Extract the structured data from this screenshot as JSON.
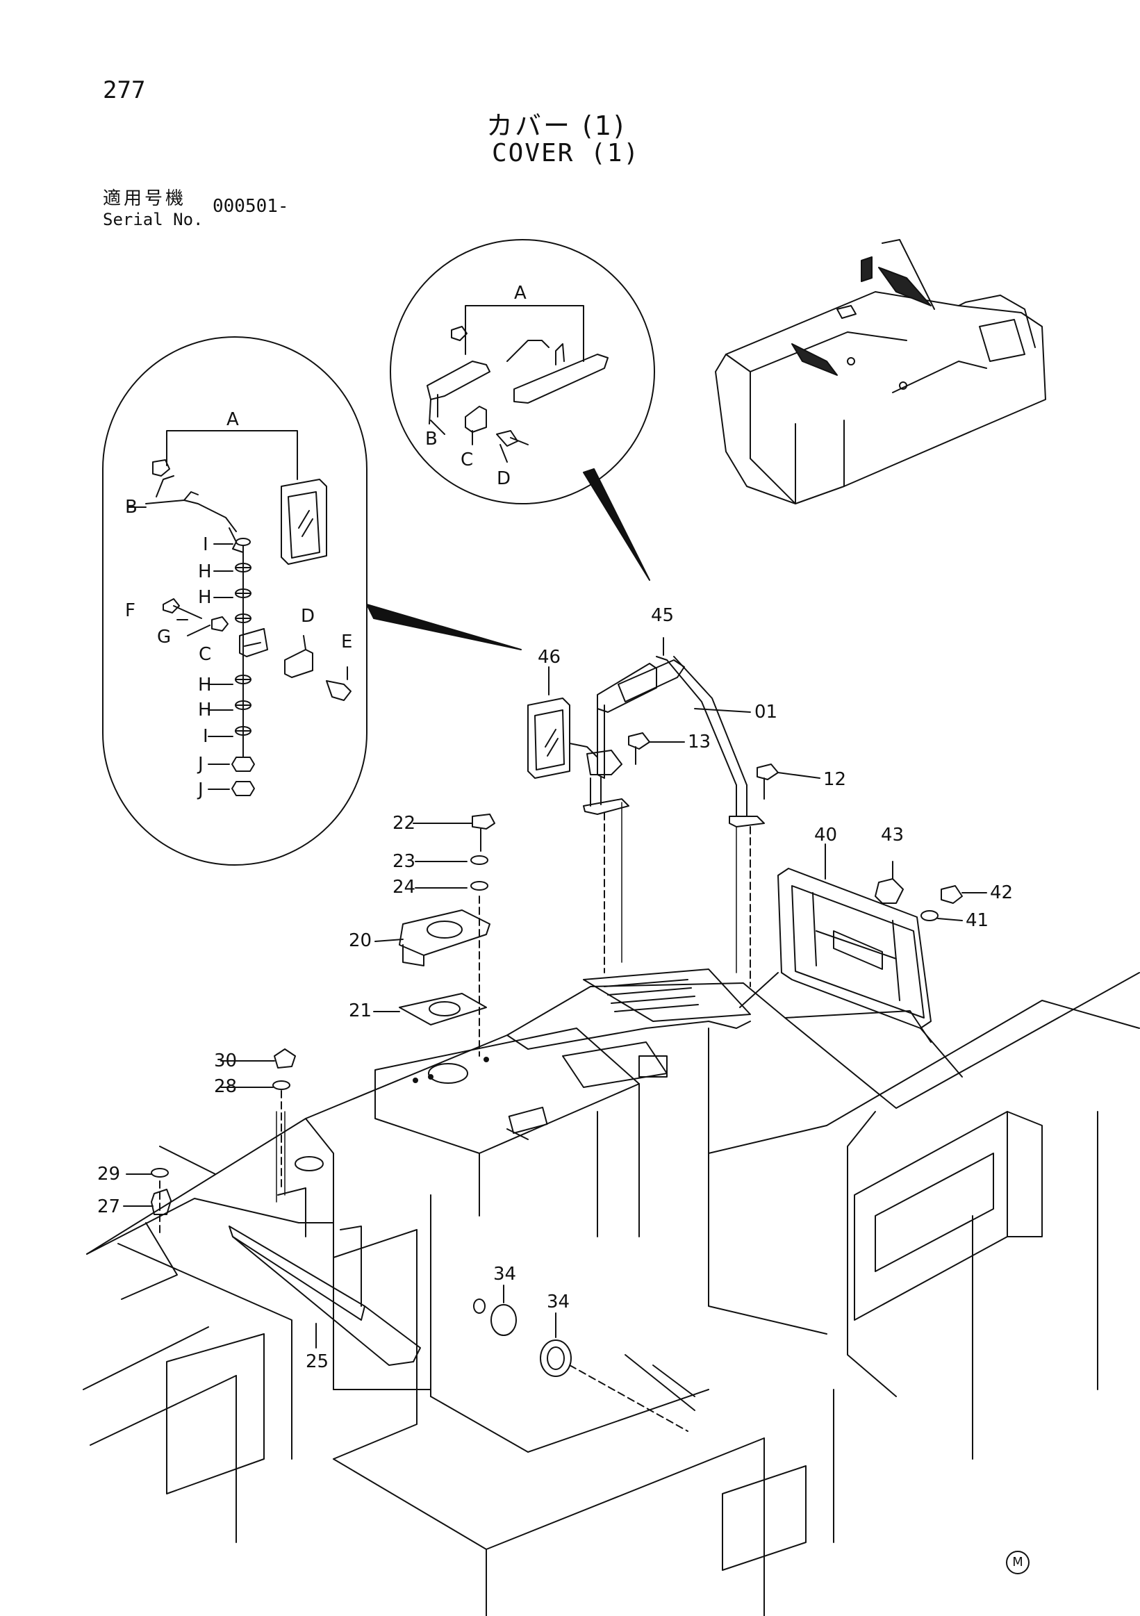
{
  "page": {
    "number": "277",
    "title_jp": "カバー (1)",
    "title_en": "COVER (1)",
    "serial_label_jp": "適用号機",
    "serial_label_en": "Serial No.",
    "serial_value": "000501-",
    "mark": "M"
  },
  "callouts": {
    "n01": "01",
    "n12": "12",
    "n13": "13",
    "n20": "20",
    "n21": "21",
    "n22": "22",
    "n23": "23",
    "n24": "24",
    "n25": "25",
    "n27": "27",
    "n28": "28",
    "n29": "29",
    "n30": "30",
    "n34a": "34",
    "n34b": "34",
    "n40": "40",
    "n41": "41",
    "n42": "42",
    "n43": "43",
    "n45": "45",
    "n46": "46"
  },
  "detail_mirror": {
    "A": "A",
    "B": "B",
    "C": "C",
    "D": "D",
    "E": "E",
    "F": "F",
    "G": "G",
    "H1": "H",
    "H2": "H",
    "H3": "H",
    "H4": "H",
    "I1": "I",
    "I2": "I",
    "J1": "J",
    "J2": "J"
  },
  "detail_step": {
    "A": "A",
    "B": "B",
    "C": "C",
    "D": "D"
  }
}
